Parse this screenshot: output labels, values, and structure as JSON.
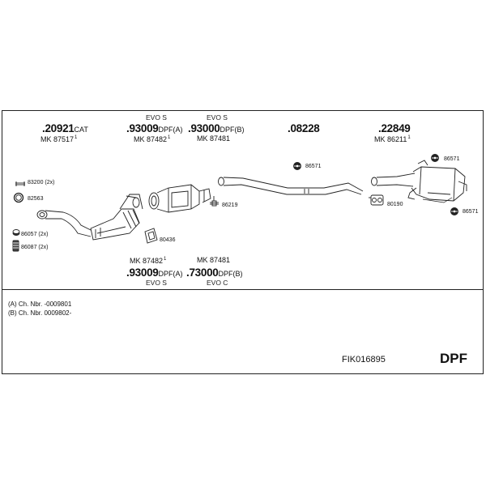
{
  "parts_top": [
    {
      "number": ".20921",
      "suffix": "CAT",
      "mk": "MK 87517",
      "sup": "1"
    },
    {
      "evo": "EVO S",
      "number": ".93009",
      "suffix": "DPF(A)",
      "mk": "MK 87482",
      "sup": "1"
    },
    {
      "evo": "EVO S",
      "number": ".93000",
      "suffix": "DPF(B)",
      "mk": "MK 87481"
    },
    {
      "number": ".08228"
    },
    {
      "number": ".22849",
      "mk": "MK 86211",
      "sup": "1"
    }
  ],
  "parts_bottom": [
    {
      "mk": "MK 87482",
      "sup": "1",
      "number": ".93009",
      "suffix": "DPF(A)",
      "evo": "EVO S"
    },
    {
      "mk": "MK 87481",
      "number": ".73000",
      "suffix": "DPF(B)",
      "evo": "EVO C"
    }
  ],
  "callouts": {
    "c83200": "83200 (2x)",
    "c82563": "82563",
    "c86057": "86057 (2x)",
    "c86087": "86087 (2x)",
    "c80436": "80436",
    "c86219": "86219",
    "c86571a": "86571",
    "c86571b": "86571",
    "c86571c": "86571",
    "c80190": "80190"
  },
  "notes": {
    "a": "(A) Ch. Nbr. -0009801",
    "b": "(B) Ch. Nbr. 0009802-"
  },
  "kit_code": "FIK016895",
  "badge": "DPF"
}
